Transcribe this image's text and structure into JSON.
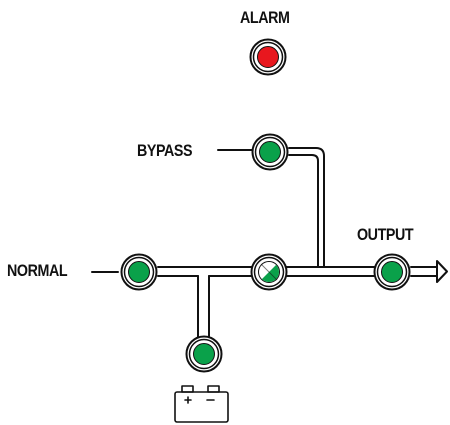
{
  "labels": {
    "alarm": "ALARM",
    "bypass": "BYPASS",
    "output": "OUTPUT",
    "normal": "NORMAL"
  },
  "indicators": {
    "alarm": {
      "state": "on",
      "color": "#e8171e"
    },
    "bypass": {
      "state": "on",
      "color": "#0aa14a"
    },
    "normal": {
      "state": "on",
      "color": "#0aa14a"
    },
    "inverter": {
      "state": "partial",
      "color": "#0aa14a"
    },
    "output": {
      "state": "on",
      "color": "#0aa14a"
    },
    "battery": {
      "state": "on",
      "color": "#0aa14a"
    }
  },
  "icons": {
    "battery": "battery-icon",
    "output_arrow": "arrow-right-icon"
  },
  "colors": {
    "line": "#111111",
    "ring_fill": "#ffffff",
    "alarm_led": "#e8171e",
    "status_led": "#0aa14a"
  }
}
